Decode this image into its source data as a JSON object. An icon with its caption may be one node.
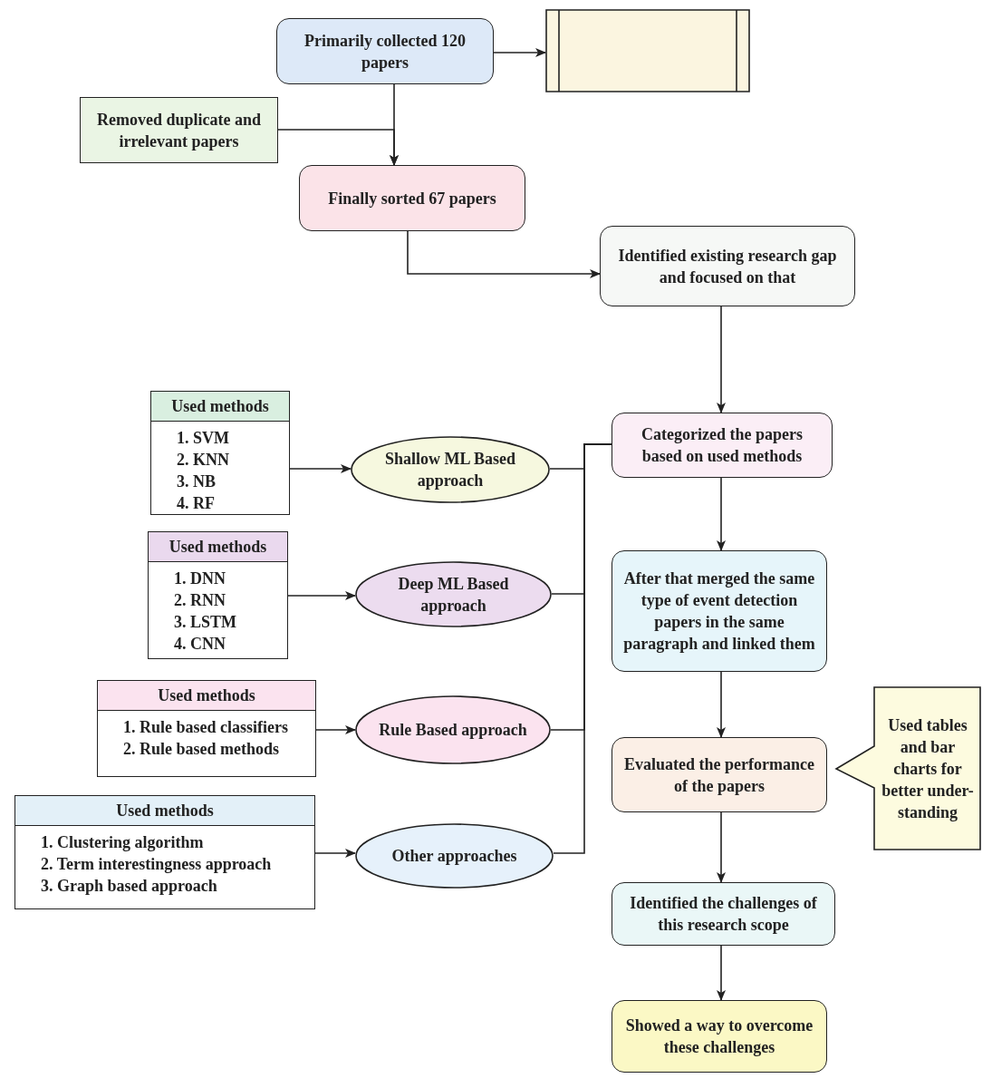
{
  "diagram": {
    "nodes": [
      {
        "text": [
          "Primarily collected 120 papers"
        ]
      },
      {
        "text": [],
        "shape": "box"
      },
      {
        "text": [
          "Removed duplicate and irrelevant papers"
        ]
      },
      {
        "text": [
          "Finally sorted 67 papers"
        ]
      },
      {
        "text": [
          "Identified existing research gap and focused on that"
        ]
      },
      {
        "text": [
          "Used methods",
          "1. SVM",
          "2. KNN",
          "3. NB",
          "4. RF"
        ]
      },
      {
        "text": [
          "Shallow ML Based approach"
        ]
      },
      {
        "text": [
          "Used methods",
          "1. DNN",
          "2. RNN",
          "3. LSTM",
          "4. CNN"
        ]
      },
      {
        "text": [
          "Deep ML Based approach"
        ]
      },
      {
        "text": [
          "Used methods",
          "1. Rule based classifiers",
          "2. Rule based methods"
        ]
      },
      {
        "text": [
          "Rule Based approach"
        ]
      },
      {
        "text": [
          "Used methods",
          "1. Clustering algorithm",
          "2. Term interestingness approach",
          "3. Graph based approach"
        ]
      },
      {
        "text": [
          "Other approaches"
        ]
      },
      {
        "text": [
          "Categorized the papers based on used methods"
        ]
      },
      {
        "text": [
          "After that merged the same type of event detection papers in the same paragraph and linked them"
        ]
      },
      {
        "text": [
          "Evaluated the performance of the papers"
        ]
      },
      {
        "text": [
          "Used tables and bar charts for better under-standing"
        ]
      },
      {
        "text": [
          "Identified the challenges of this research scope"
        ]
      },
      {
        "text": [
          "Showed a way to overcome these challenges"
        ]
      }
    ],
    "edges": [
      {
        "from": 0,
        "to": 1,
        "arrow": "to"
      },
      {
        "from": 0,
        "to": 3,
        "arrow": "to"
      },
      {
        "from": 2,
        "to": 3,
        "arrow": "to"
      },
      {
        "from": 3,
        "to": 4,
        "arrow": "to"
      },
      {
        "from": 4,
        "to": 13,
        "arrow": "to"
      },
      {
        "from": 5,
        "to": 6,
        "arrow": "to"
      },
      {
        "from": 7,
        "to": 8,
        "arrow": "to"
      },
      {
        "from": 9,
        "to": 10,
        "arrow": "to"
      },
      {
        "from": 11,
        "to": 12,
        "arrow": "to"
      },
      {
        "from": 6,
        "to": 13,
        "arrow": "none"
      },
      {
        "from": 8,
        "to": 13,
        "arrow": "none"
      },
      {
        "from": 10,
        "to": 13,
        "arrow": "none"
      },
      {
        "from": 12,
        "to": 13,
        "arrow": "none"
      },
      {
        "from": 13,
        "to": 14,
        "arrow": "to"
      },
      {
        "from": 14,
        "to": 15,
        "arrow": "to"
      },
      {
        "from": 15,
        "to": 17,
        "arrow": "to"
      },
      {
        "from": 17,
        "to": 18,
        "arrow": "to"
      }
    ]
  }
}
